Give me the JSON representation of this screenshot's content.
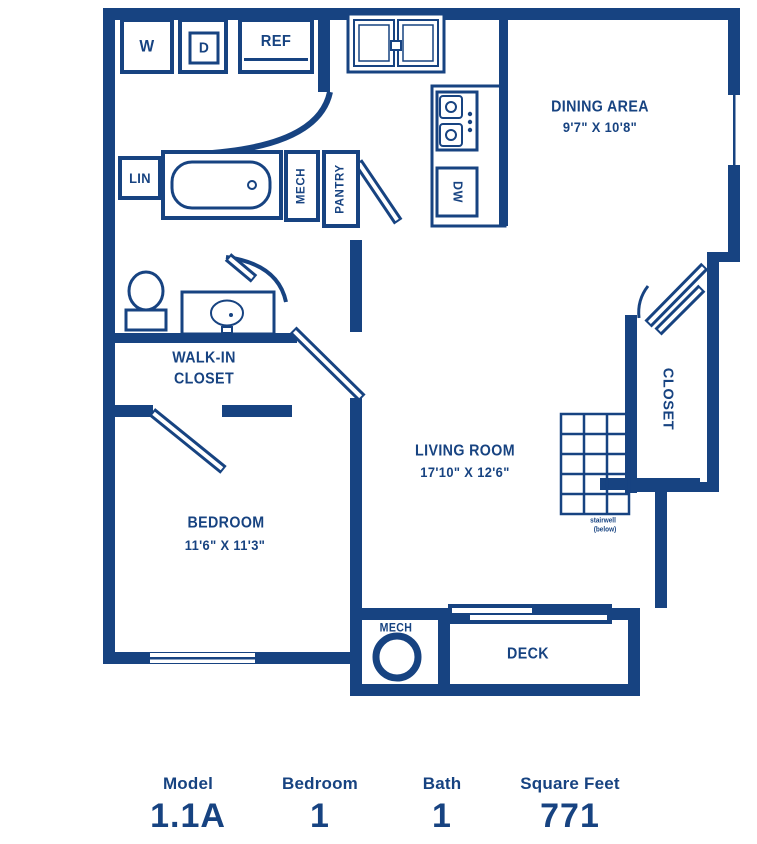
{
  "colors": {
    "ink": "#174381",
    "background": "#ffffff"
  },
  "plan": {
    "appliances": {
      "washer": "W",
      "dryer": "D",
      "fridge": "REF",
      "dishwasher": "DW"
    },
    "closets": {
      "linen": "LIN",
      "mech_upper": "MECH",
      "pantry": "PANTRY",
      "entry_closet": "CLOSET",
      "walk_in_line1": "WALK-IN",
      "walk_in_line2": "CLOSET"
    },
    "rooms": {
      "dining": {
        "name": "DINING AREA",
        "dims": "9'7\" X 10'8\""
      },
      "living": {
        "name": "LIVING ROOM",
        "dims": "17'10\" X 12'6\""
      },
      "bedroom": {
        "name": "BEDROOM",
        "dims": "11'6\" X 11'3\""
      },
      "deck": {
        "name": "DECK"
      },
      "mech_lower": {
        "name": "MECH"
      }
    },
    "notes": {
      "stair_line1": "stairwell",
      "stair_line2": "(below)"
    }
  },
  "stats": [
    {
      "label": "Model",
      "value": "1.1A"
    },
    {
      "label": "Bedroom",
      "value": "1"
    },
    {
      "label": "Bath",
      "value": "1"
    },
    {
      "label": "Square Feet",
      "value": "771"
    }
  ]
}
